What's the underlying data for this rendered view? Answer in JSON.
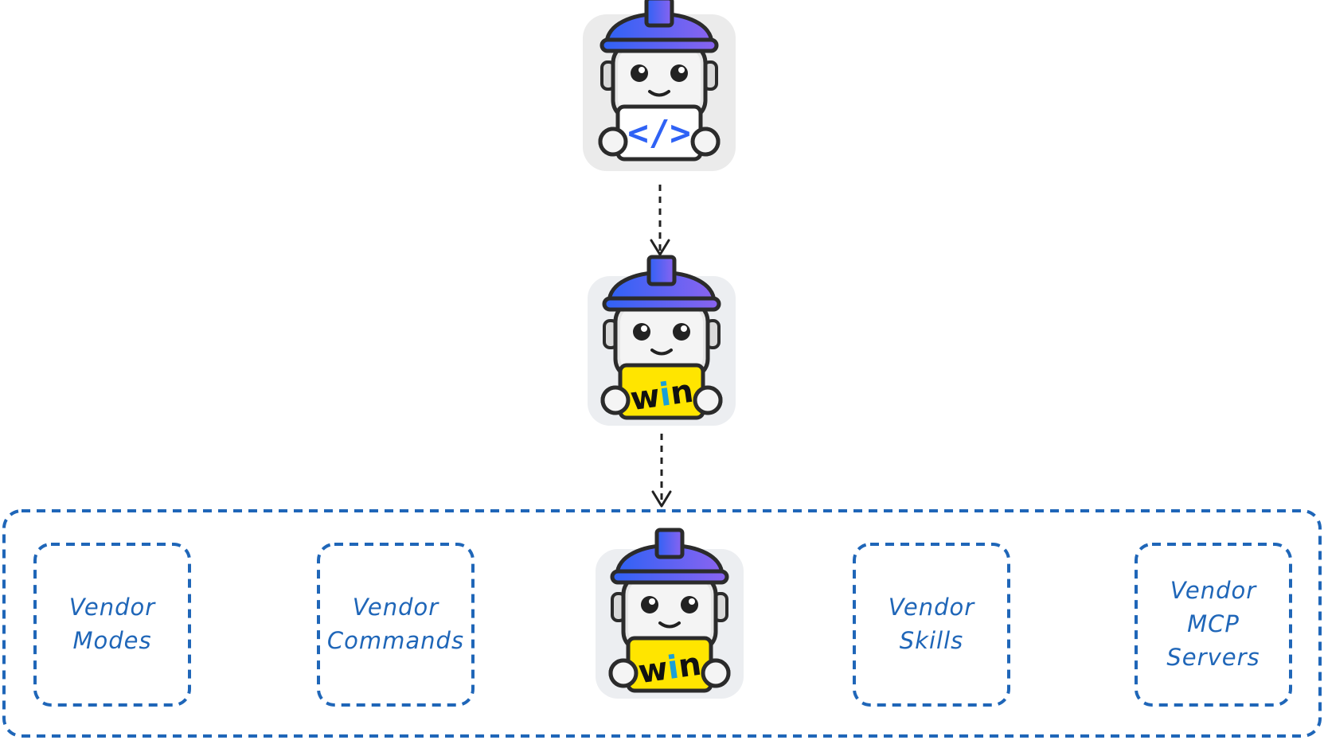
{
  "robots": {
    "top": {
      "sign_text": "</>",
      "sign_color": "#ffffff"
    },
    "middle": {
      "sign_text_w": "w",
      "sign_text_i": "i",
      "sign_text_n": "n",
      "sign_color": "#ffe500"
    },
    "bottom": {
      "sign_text_w": "w",
      "sign_text_i": "i",
      "sign_text_n": "n",
      "sign_color": "#ffe500"
    }
  },
  "vendor_boxes": [
    {
      "lines": [
        "Vendor",
        "Modes"
      ]
    },
    {
      "lines": [
        "Vendor",
        "Commands"
      ]
    },
    {
      "lines": [
        "Vendor",
        "Skills"
      ]
    },
    {
      "lines": [
        "Vendor",
        "MCP",
        "Servers"
      ]
    }
  ],
  "colors": {
    "helmet_start": "#2f62f5",
    "helmet_end": "#8a63f0",
    "dash_blue": "#1f66b8",
    "tile_bg": "#eceef1",
    "tile_bg_top": "#ebebeb",
    "win_i_color": "#1aa0d8"
  }
}
